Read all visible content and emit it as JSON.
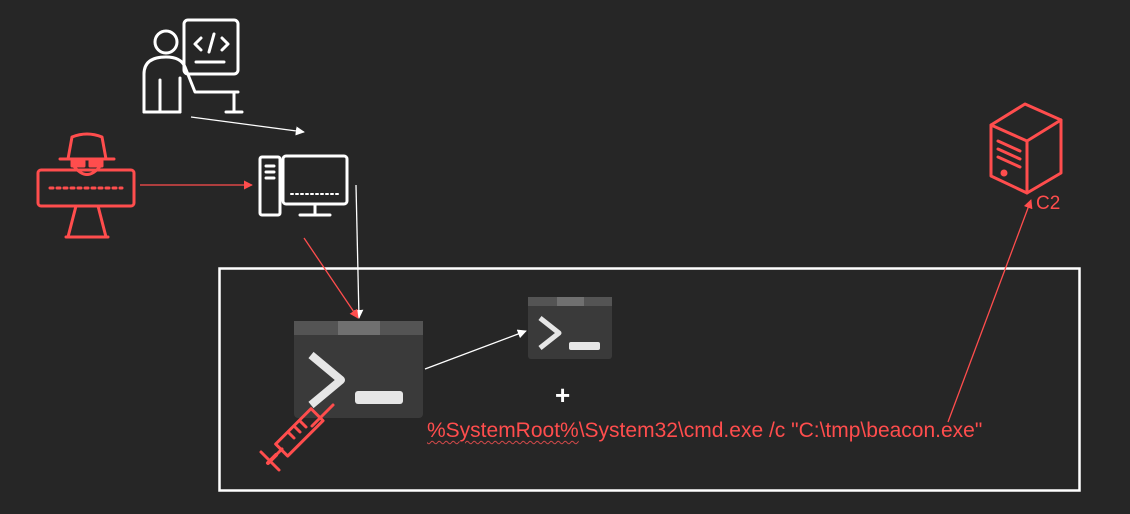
{
  "labels": {
    "c2": "C2",
    "plus": "+",
    "command_env_var": "%SystemRoot%",
    "command_rest": "\\System32\\cmd.exe /c \"C:\\tmp\\beacon.exe\""
  },
  "colors": {
    "background": "#262626",
    "attacker_red": "#ff4d4d",
    "white": "#ffffff",
    "terminal_body": "#3a3a3a",
    "terminal_titlebar": "#545454",
    "terminal_titlebar_accent": "#707070"
  },
  "icons": {
    "developer": "developer-at-computer-icon",
    "attacker": "hacker-monitor-icon",
    "workstation": "desktop-computer-icon",
    "terminal_main": "windows-terminal-icon",
    "terminal_child": "windows-terminal-icon",
    "injection": "syringe-icon",
    "c2_server": "server-tower-icon"
  }
}
